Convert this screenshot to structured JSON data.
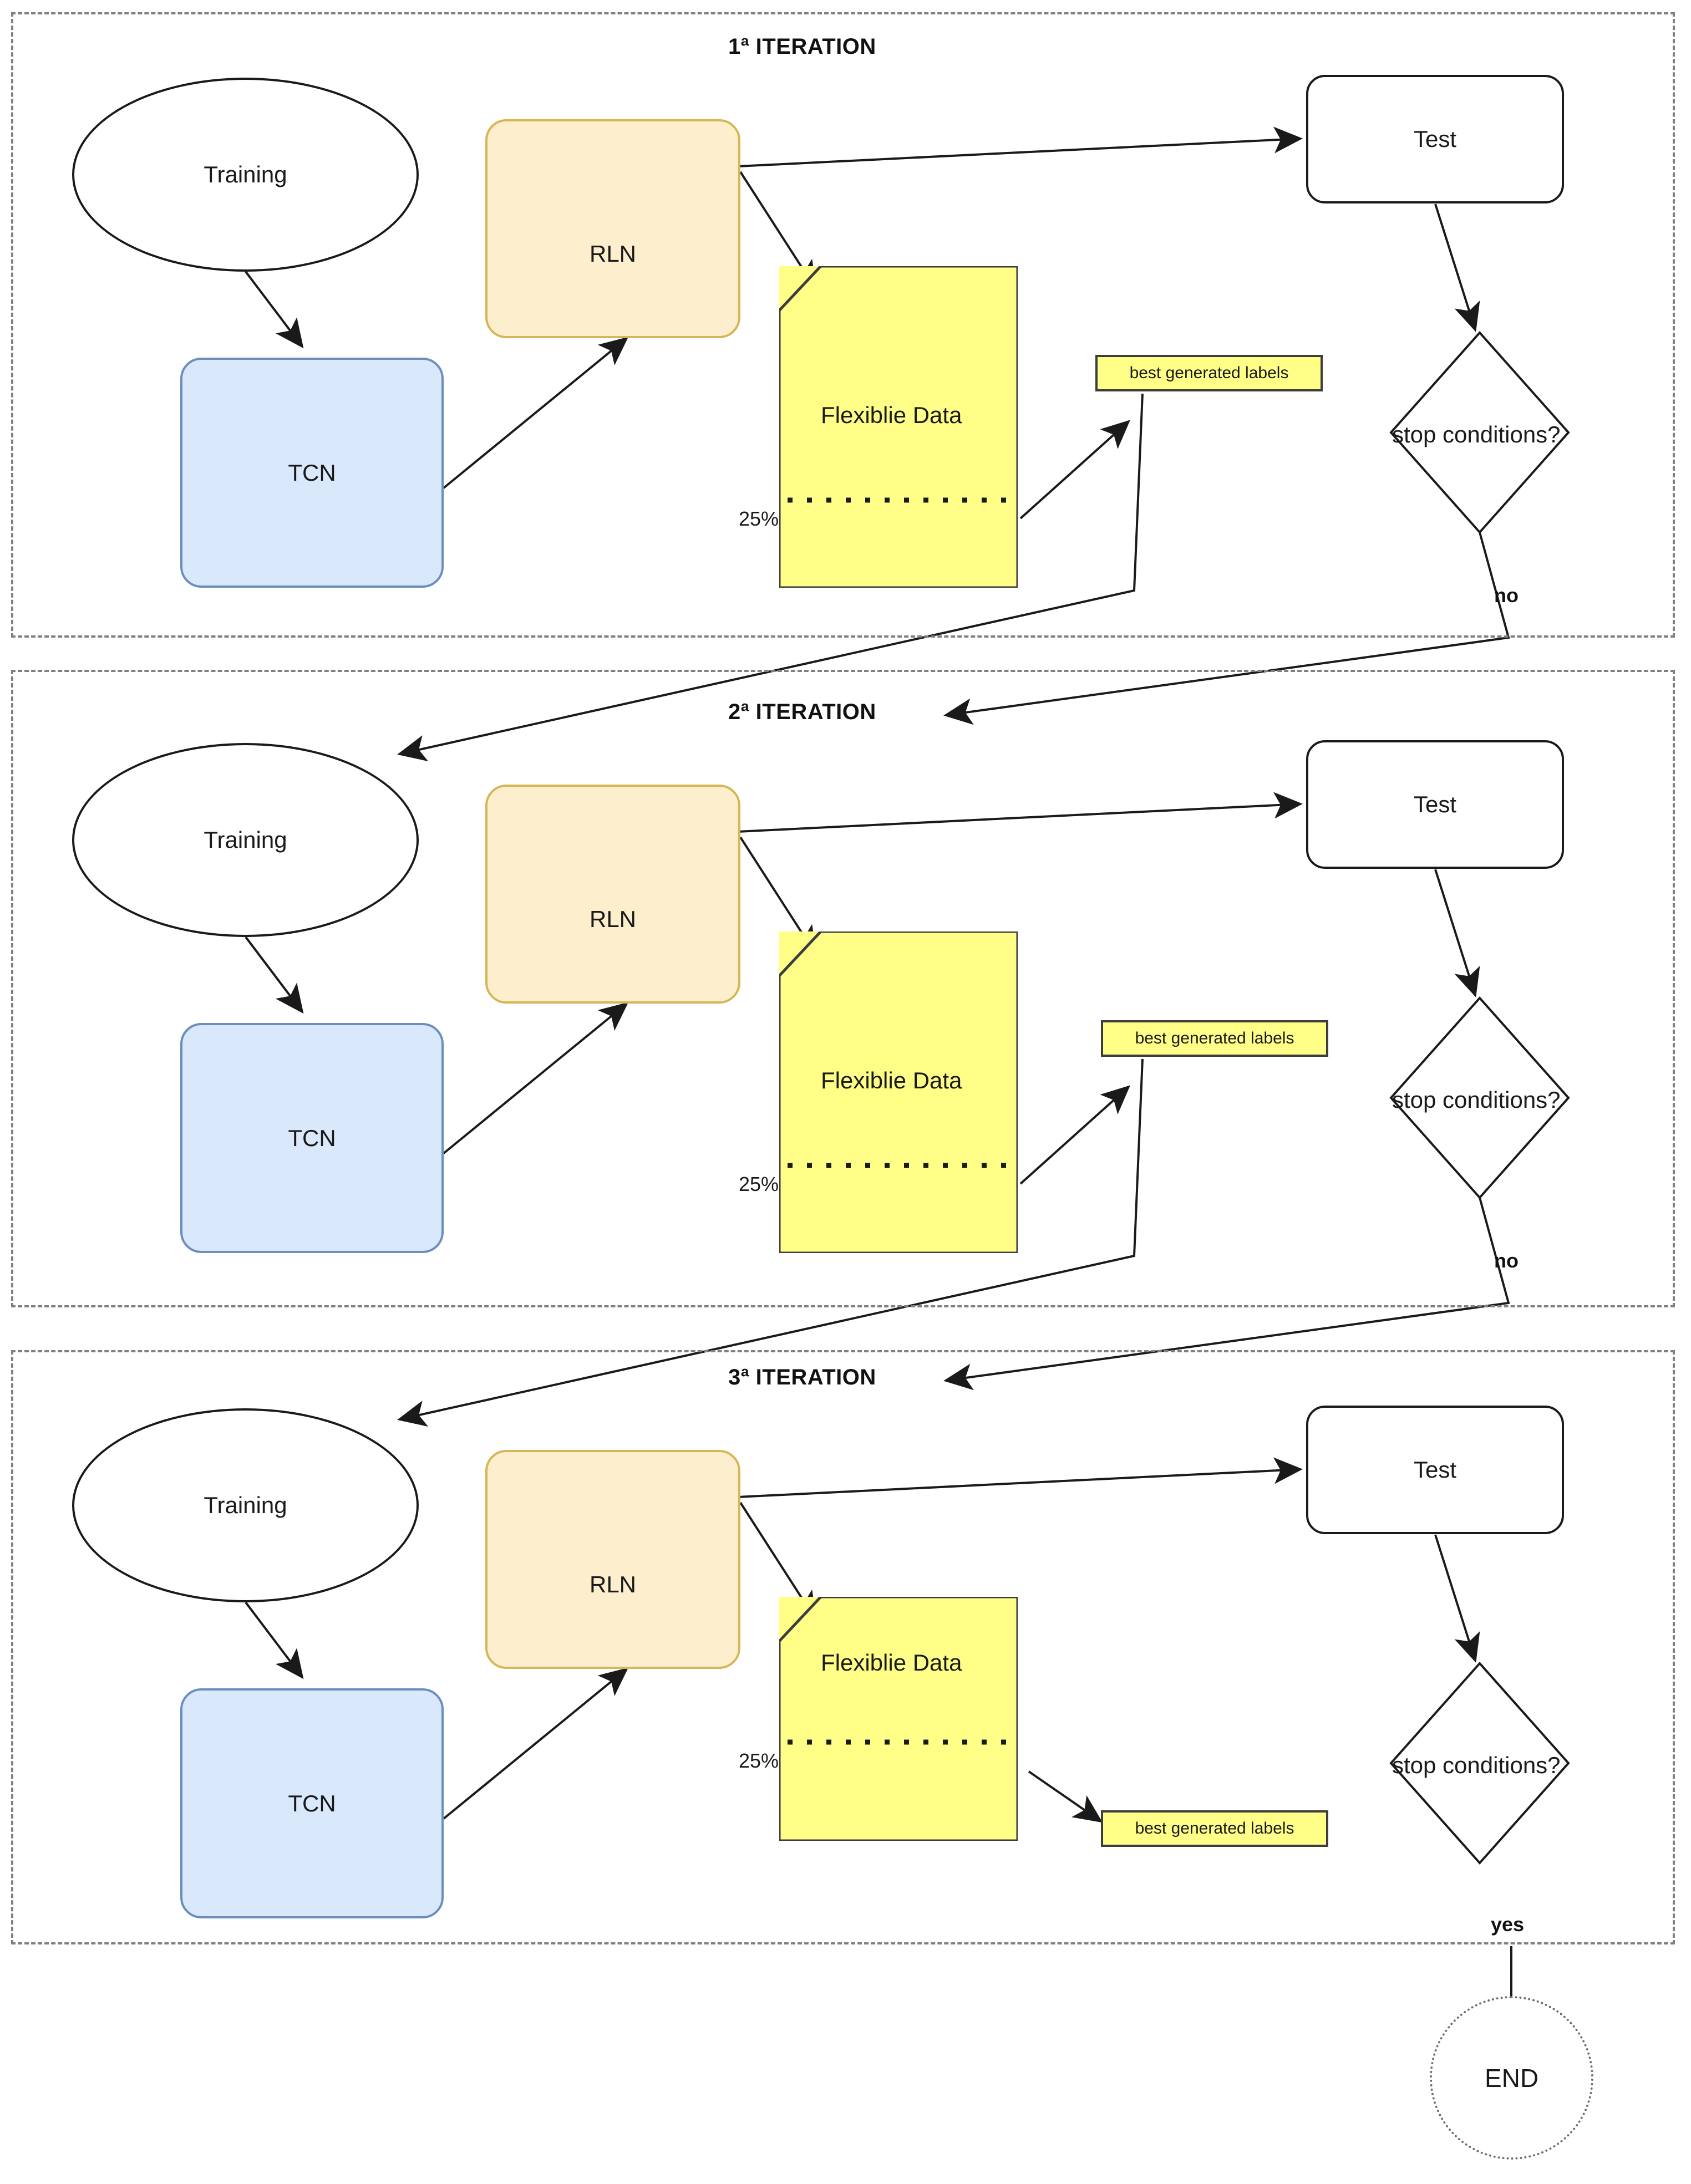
{
  "diagram": {
    "title": "Iterative semi-supervised training flowchart",
    "colors": {
      "rln_fill": "#fdeecd",
      "rln_stroke": "#d6b656",
      "tcn_fill": "#dae8fc",
      "tcn_stroke": "#6c8ebf",
      "data_fill": "#ffff88",
      "data_stroke": "#3d3d3d",
      "container_stroke": "#808080",
      "line": "#1a1a1a"
    },
    "iterations": [
      {
        "title": "1ª ITERATION",
        "training_label": "Training",
        "tcn_label": "TCN",
        "rln_label": "RLN",
        "flexible_label": "Flexiblie Data",
        "percent_label": "25%",
        "best_labels": "best generated labels",
        "test_label": "Test",
        "decision_label": "stop conditions?",
        "branch_label": "no"
      },
      {
        "title": "2ª ITERATION",
        "training_label": "Training",
        "tcn_label": "TCN",
        "rln_label": "RLN",
        "flexible_label": "Flexiblie Data",
        "percent_label": "25%",
        "best_labels": "best generated labels",
        "test_label": "Test",
        "decision_label": "stop conditions?",
        "branch_label": "no"
      },
      {
        "title": "3ª ITERATION",
        "training_label": "Training",
        "tcn_label": "TCN",
        "rln_label": "RLN",
        "flexible_label": "Flexiblie Data",
        "percent_label": "25%",
        "best_labels": "best generated labels",
        "test_label": "Test",
        "decision_label": "stop conditions?",
        "branch_label": "yes"
      }
    ],
    "end_node_label": "END"
  }
}
